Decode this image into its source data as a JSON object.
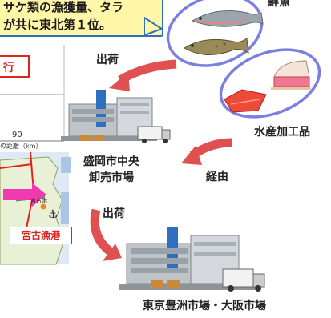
{
  "callout": {
    "line1": "サケ類の漁獲量、タラ",
    "line2": "が共に東北第１位。"
  },
  "map": {
    "tag": "行",
    "axis_value": "90",
    "axis_unit": "の距離（km）",
    "port_name": "宮古漁港",
    "small_label": "宮古港"
  },
  "products": {
    "fresh_fish": "鮮魚",
    "processed": "水産加工品"
  },
  "flows": {
    "ship_1": "出荷",
    "via": "経由",
    "ship_2": "出荷"
  },
  "markets": {
    "morioka_line1": "盛岡市中央",
    "morioka_line2": "卸売市場",
    "tokyo_osaka": "東京豊洲市場・大阪市場"
  },
  "colors": {
    "callout_bg": "#fff6a8",
    "callout_border": "#2f6fbf",
    "arrow": "#e05050",
    "accent_red": "#e0231c",
    "ellipse": "#7b80e0"
  }
}
